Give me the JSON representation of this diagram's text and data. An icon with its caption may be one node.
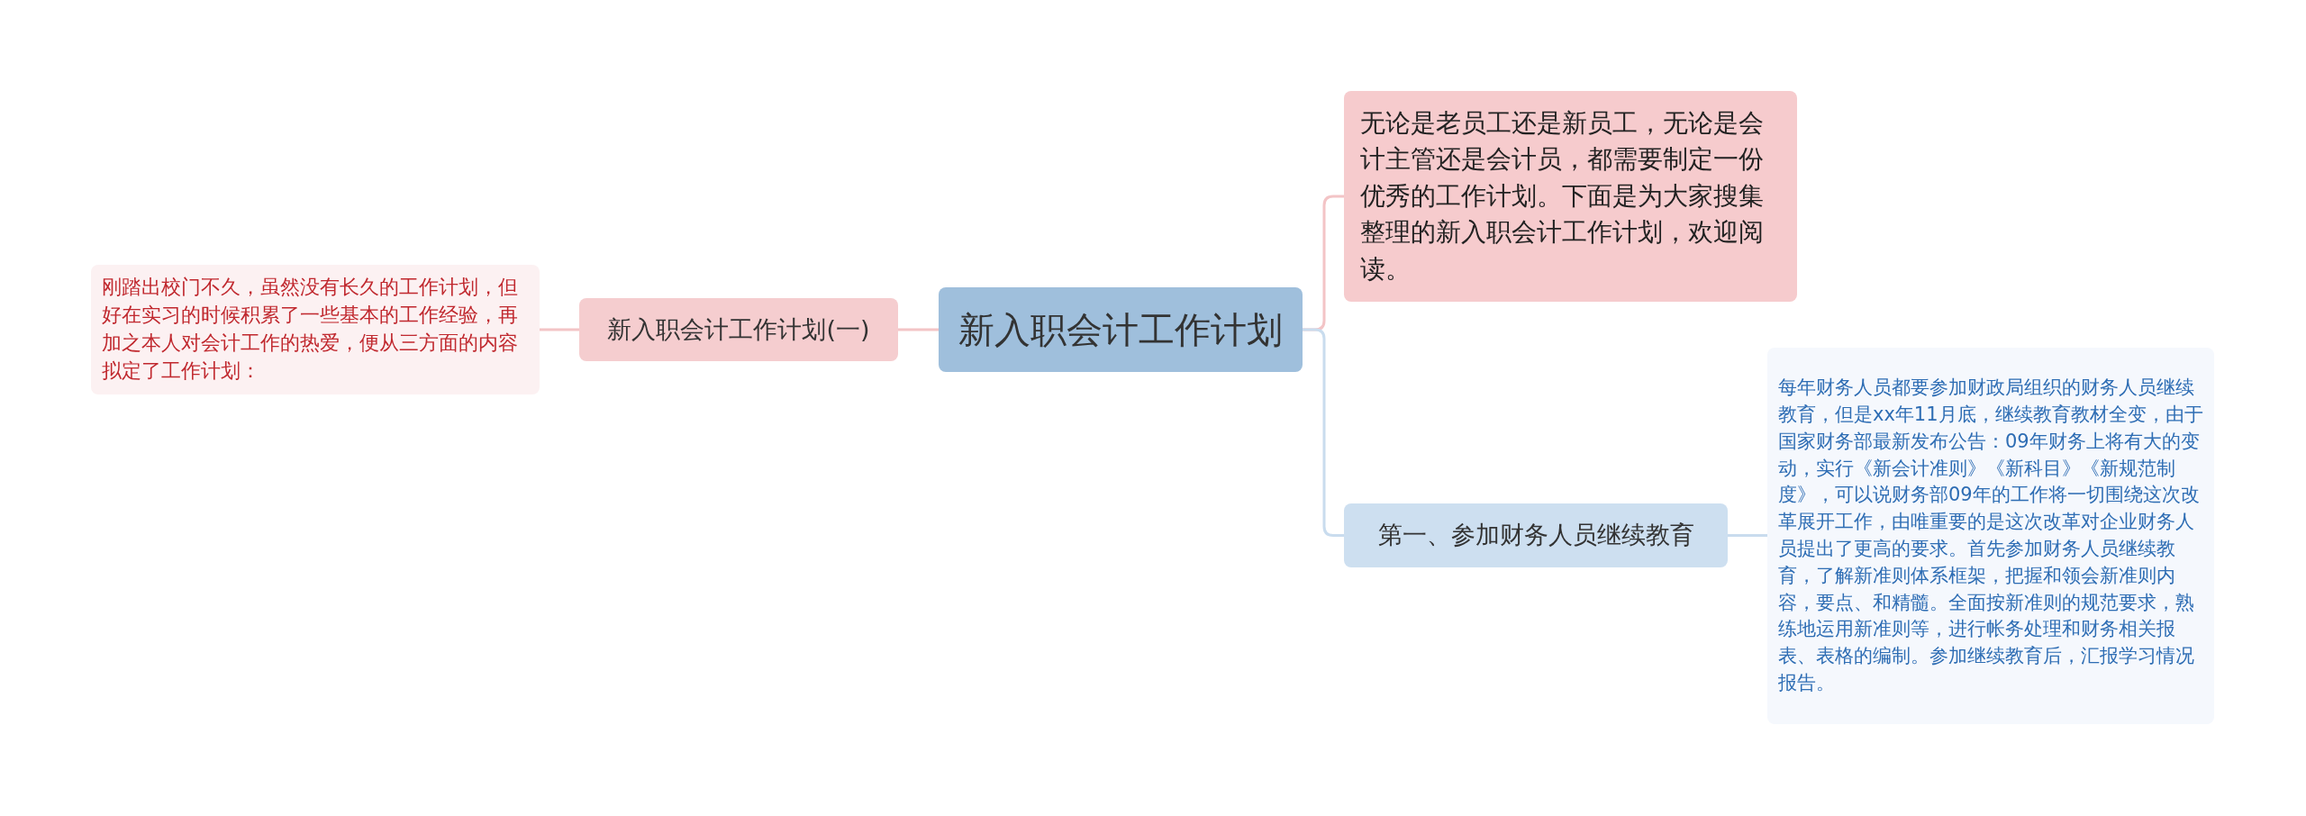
{
  "diagram": {
    "nodes": [
      {
        "text": [
          "新入职会计工作计划"
        ]
      },
      {
        "text": [
          "新入职会计工作计划(一)"
        ]
      },
      {
        "text": [
          "刚踏出校门不久，虽然没有长久的工作计划，但好在实习的时候积累了一些基本的工作经验，再加之本人对会计工作的热爱，便从三方面的内容拟定了工作计划："
        ]
      },
      {
        "text": [
          "无论是老员工还是新员工，无论是会计主管还是会计员，都需要制定一份优秀的工作计划。下面是为大家搜集整理的新入职会计工作计划，欢迎阅读。"
        ]
      },
      {
        "text": [
          "第一、参加财务人员继续教育"
        ]
      },
      {
        "text": [
          "每年财务人员都要参加财政局组织的财务人员继续教育，但是xx年11月底，继续教育教材全变，由于国家财务部最新发布公告：09年财务上将有大的变动，实行《新会计准则》《新科目》《新规范制度》，可以说财务部09年的工作将一切围绕这次改革展开工作，由唯重要的是这次改革对企业财务人员提出了更高的要求。首先参加财务人员继续教育，了解新准则体系框架，把握和领会新准则内容，要点、和精髓。全面按新准则的规范要求，熟练地运用新准则等，进行帐务处理和财务相关报表、表格的编制。参加继续教育后，汇报学习情况报告。"
        ]
      }
    ],
    "edges": [
      {
        "from": 0,
        "to": 1,
        "arrow": "none"
      },
      {
        "from": 1,
        "to": 2,
        "arrow": "none"
      },
      {
        "from": 0,
        "to": 3,
        "arrow": "none"
      },
      {
        "from": 0,
        "to": 4,
        "arrow": "none",
        "color": "#c9dcee"
      },
      {
        "from": 4,
        "to": 5,
        "arrow": "none",
        "color": "#c9dcee"
      }
    ]
  }
}
